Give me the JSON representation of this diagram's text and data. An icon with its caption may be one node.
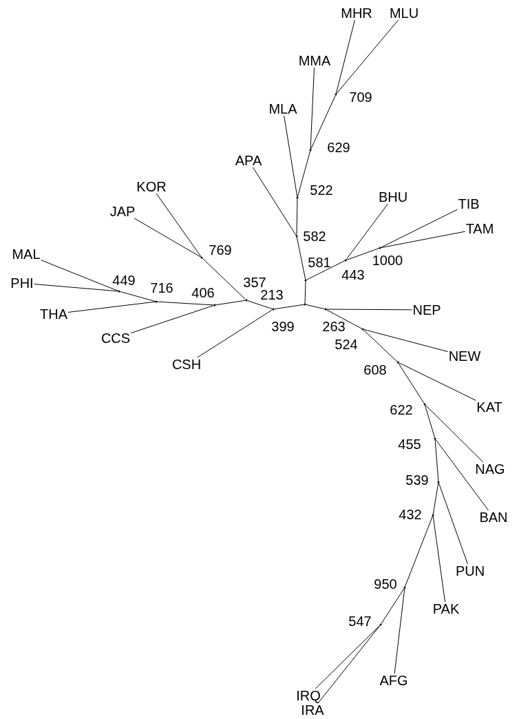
{
  "diagram": {
    "nodes": [
      {
        "text": [
          "MHR"
        ]
      },
      {
        "text": [
          "MLU"
        ]
      },
      {
        "text": [
          "MMA"
        ]
      },
      {
        "text": [
          "MLA"
        ]
      },
      {
        "text": [
          "APA"
        ]
      },
      {
        "text": [
          "KOR"
        ]
      },
      {
        "text": [
          "BHU"
        ]
      },
      {
        "text": [
          "TIB"
        ]
      },
      {
        "text": [
          "JAP"
        ]
      },
      {
        "text": [
          "TAM"
        ]
      },
      {
        "text": [
          "MAL"
        ]
      },
      {
        "text": [
          "PHI"
        ]
      },
      {
        "text": [
          "NEP"
        ]
      },
      {
        "text": [
          "THA"
        ]
      },
      {
        "text": [
          "CCS"
        ]
      },
      {
        "text": [
          "NEW"
        ]
      },
      {
        "text": [
          "CSH"
        ]
      },
      {
        "text": [
          "KAT"
        ]
      },
      {
        "text": [
          "NAG"
        ]
      },
      {
        "text": [
          "BAN"
        ]
      },
      {
        "text": [
          "PUN"
        ]
      },
      {
        "text": [
          "PAK"
        ]
      },
      {
        "text": [
          "AFG"
        ]
      },
      {
        "text": [
          "IRQ"
        ]
      },
      {
        "text": [
          "IRA"
        ]
      },
      {
        "text": [],
        "shape": "point"
      },
      {
        "text": [],
        "shape": "point"
      },
      {
        "text": [],
        "shape": "point"
      },
      {
        "text": [],
        "shape": "point"
      },
      {
        "text": [],
        "shape": "point"
      },
      {
        "text": [],
        "shape": "point"
      },
      {
        "text": [],
        "shape": "point"
      },
      {
        "text": [],
        "shape": "point"
      },
      {
        "text": [],
        "shape": "point"
      },
      {
        "text": [],
        "shape": "point"
      },
      {
        "text": [],
        "shape": "point"
      },
      {
        "text": [],
        "shape": "point"
      },
      {
        "text": [],
        "shape": "point"
      },
      {
        "text": [],
        "shape": "point"
      },
      {
        "text": [],
        "shape": "point"
      },
      {
        "text": [],
        "shape": "point"
      },
      {
        "text": [],
        "shape": "point"
      },
      {
        "text": [],
        "shape": "point"
      },
      {
        "text": [],
        "shape": "point"
      },
      {
        "text": [],
        "shape": "point"
      },
      {
        "text": [],
        "shape": "point"
      },
      {
        "text": [],
        "shape": "point"
      },
      {
        "text": [],
        "shape": "point"
      }
    ],
    "edges": [
      {
        "from": 25,
        "to": 0,
        "arrow": "none"
      },
      {
        "from": 25,
        "to": 1,
        "arrow": "none"
      },
      {
        "from": 26,
        "to": 25,
        "arrow": "none"
      },
      {
        "from": 26,
        "to": 2,
        "arrow": "none"
      },
      {
        "from": 27,
        "to": 26,
        "arrow": "none"
      },
      {
        "from": 27,
        "to": 3,
        "arrow": "none"
      },
      {
        "from": 28,
        "to": 27,
        "arrow": "none"
      },
      {
        "from": 28,
        "to": 4,
        "arrow": "none"
      },
      {
        "from": 29,
        "to": 28,
        "arrow": "none"
      },
      {
        "from": 29,
        "to": 30,
        "arrow": "none"
      },
      {
        "from": 30,
        "to": 6,
        "arrow": "none"
      },
      {
        "from": 30,
        "to": 31,
        "arrow": "none"
      },
      {
        "from": 31,
        "to": 7,
        "arrow": "none"
      },
      {
        "from": 31,
        "to": 9,
        "arrow": "none"
      },
      {
        "from": 32,
        "to": 29,
        "arrow": "none"
      },
      {
        "from": 32,
        "to": 33,
        "arrow": "none"
      },
      {
        "from": 32,
        "to": 39,
        "arrow": "none"
      },
      {
        "from": 33,
        "to": 34,
        "arrow": "none"
      },
      {
        "from": 33,
        "to": 16,
        "arrow": "none"
      },
      {
        "from": 34,
        "to": 35,
        "arrow": "none"
      },
      {
        "from": 35,
        "to": 5,
        "arrow": "none"
      },
      {
        "from": 35,
        "to": 8,
        "arrow": "none"
      },
      {
        "from": 34,
        "to": 36,
        "arrow": "none"
      },
      {
        "from": 36,
        "to": 14,
        "arrow": "none"
      },
      {
        "from": 36,
        "to": 37,
        "arrow": "none"
      },
      {
        "from": 37,
        "to": 13,
        "arrow": "none"
      },
      {
        "from": 37,
        "to": 38,
        "arrow": "none"
      },
      {
        "from": 38,
        "to": 10,
        "arrow": "none"
      },
      {
        "from": 38,
        "to": 11,
        "arrow": "none"
      },
      {
        "from": 39,
        "to": 12,
        "arrow": "none"
      },
      {
        "from": 39,
        "to": 40,
        "arrow": "none"
      },
      {
        "from": 40,
        "to": 15,
        "arrow": "none"
      },
      {
        "from": 40,
        "to": 41,
        "arrow": "none"
      },
      {
        "from": 41,
        "to": 17,
        "arrow": "none"
      },
      {
        "from": 41,
        "to": 42,
        "arrow": "none"
      },
      {
        "from": 42,
        "to": 18,
        "arrow": "none"
      },
      {
        "from": 42,
        "to": 43,
        "arrow": "none"
      },
      {
        "from": 43,
        "to": 19,
        "arrow": "none"
      },
      {
        "from": 43,
        "to": 44,
        "arrow": "none"
      },
      {
        "from": 44,
        "to": 20,
        "arrow": "none"
      },
      {
        "from": 44,
        "to": 45,
        "arrow": "none"
      },
      {
        "from": 45,
        "to": 21,
        "arrow": "none"
      },
      {
        "from": 45,
        "to": 46,
        "arrow": "none"
      },
      {
        "from": 46,
        "to": 22,
        "arrow": "none"
      },
      {
        "from": 46,
        "to": 47,
        "arrow": "none"
      },
      {
        "from": 47,
        "to": 23,
        "arrow": "none"
      },
      {
        "from": 47,
        "to": 24,
        "arrow": "none"
      }
    ],
    "labels": [
      "709",
      "629",
      "522",
      "582",
      "581",
      "443",
      "1000",
      "769",
      "357",
      "213",
      "449",
      "716",
      "406",
      "399",
      "263",
      "524",
      "608",
      "622",
      "455",
      "539",
      "432",
      "950",
      "547"
    ]
  }
}
